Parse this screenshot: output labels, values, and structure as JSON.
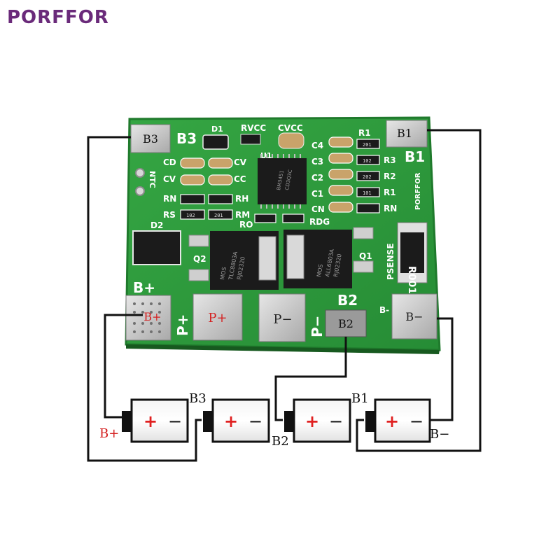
{
  "brand": {
    "logo_text": "PORFFOR",
    "color": "#6a2a7a"
  },
  "board": {
    "silk_text": "PORFFOR",
    "colors": {
      "pcb": "#2f9c3d",
      "pcb_edge": "#1f7a2c",
      "silk": "#ffffff",
      "pad": "#c9c9c9",
      "chip": "#1b1b1b"
    },
    "pads": {
      "b3": "B3",
      "b1": "B1",
      "b_plus": "B+",
      "p_plus": "P+",
      "p_minus": "P−",
      "b2": "B2",
      "b_minus": "B−"
    },
    "silk_labels": {
      "b3": "B3",
      "b1": "B1",
      "b2": "B2",
      "b_plus": "B+",
      "b_minus": "B-",
      "p_plus": "P+",
      "p_minus": "P−",
      "d1": "D1",
      "d2": "D2",
      "rvcc": "RVCC",
      "cvcc": "CVCC",
      "u1": "U1",
      "cd": "CD",
      "cv_left": "CV",
      "cv_right": "CV",
      "cc": "CC",
      "rn_left": "RN",
      "rs": "RS",
      "rh": "RH",
      "rm": "RM",
      "ro": "RO",
      "rdg": "RDG",
      "r1_top": "R1",
      "c4": "C4",
      "c3": "C3",
      "c2": "C2",
      "c1": "C1",
      "cn": "CN",
      "r3": "R3",
      "r2": "R2",
      "r1_mid": "R1",
      "rn_right": "RN",
      "q1": "Q1",
      "q2": "Q2",
      "ntc": "NTC",
      "psense": "PSENSE"
    },
    "parts": {
      "mosfet_left": [
        "MOS",
        "TLC8803A",
        "RJ02320"
      ],
      "mosfet_right": [
        "MOS",
        "ALL6803A",
        "RJ02320"
      ],
      "resistor": "R001",
      "ic_marking": [
        "BM3451",
        "CD3Q3C"
      ],
      "smd_codes": [
        "201",
        "102",
        "202",
        "101",
        "102",
        "201"
      ]
    }
  },
  "wiring": {
    "cell_plus": "+",
    "cell_minus": "−",
    "labels": {
      "b3": "B3",
      "b2": "B2",
      "b1": "B1",
      "b_plus": "B+",
      "b_minus": "B−"
    },
    "colors": {
      "wire": "#111111",
      "plus": "#e02020",
      "minus": "#111111",
      "b_plus_label": "#d42020"
    }
  }
}
